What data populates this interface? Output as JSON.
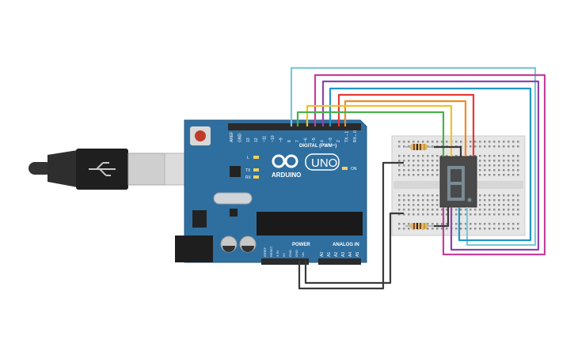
{
  "board": {
    "name": "UNO",
    "brand": "ARDUINO",
    "digital_label": "DIGITAL (PWM~)",
    "power_label": "POWER",
    "analog_label": "ANALOG IN",
    "on_label": "ON",
    "led_labels": [
      "L",
      "TX",
      "RX"
    ],
    "digital_pins": [
      "AREF",
      "GND",
      "13",
      "12",
      "~11",
      "~10",
      "~9",
      "8",
      "7",
      "~6",
      "~5",
      "4",
      "~3",
      "2",
      "TX→1",
      "RX←0"
    ],
    "power_pins": [
      "IOREF",
      "RESET",
      "3.3V",
      "5V",
      "GND",
      "GND",
      "Vin"
    ],
    "analog_pins": [
      "A0",
      "A1",
      "A2",
      "A3",
      "A4",
      "A5"
    ]
  },
  "display": {
    "digit": "8."
  },
  "colors": {
    "board": "#2f6fa0",
    "board_edge": "#24577f",
    "header": "#2b2b2b",
    "breadboard": "#e6e6e6",
    "wire_black": "#3a3a3a",
    "wire_green": "#4caf50",
    "wire_yellow": "#f2c02b",
    "wire_orange": "#f08a24",
    "wire_red": "#e53935",
    "wire_blue": "#2196c9",
    "wire_magenta": "#c2409c",
    "wire_purple": "#8e44ad",
    "wire_cyan": "#7ec8d8",
    "segment": "#7b8a95"
  }
}
